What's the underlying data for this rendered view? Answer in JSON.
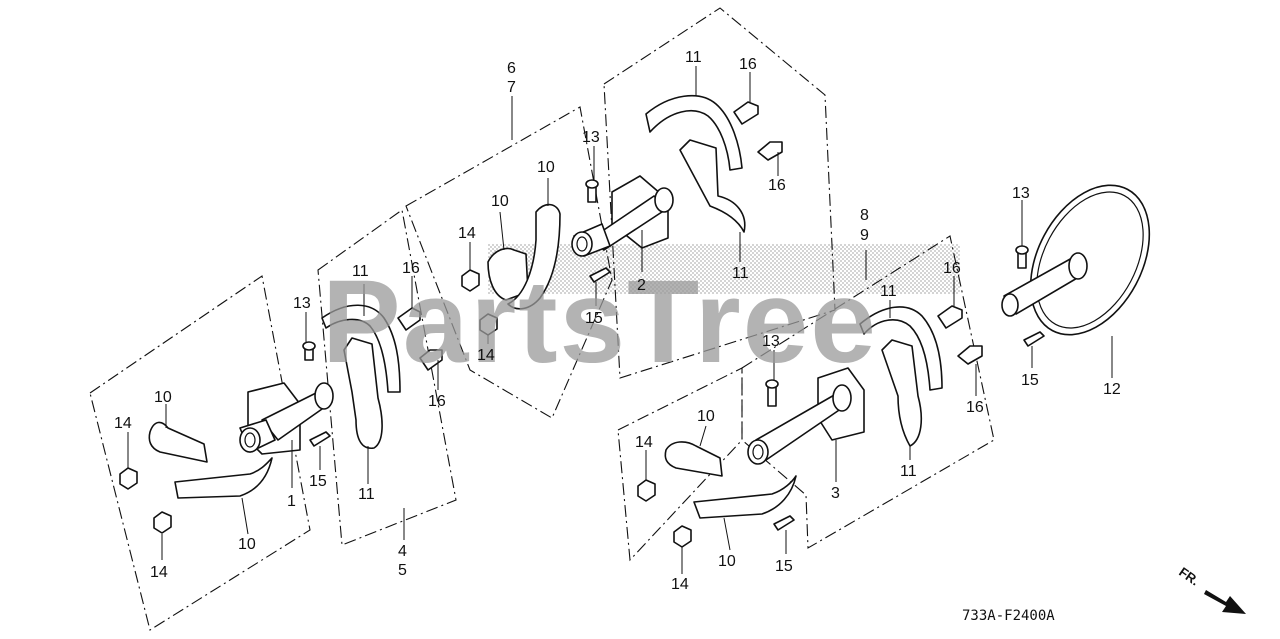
{
  "diagram": {
    "watermark": "PartsTree",
    "diagram_code": "733A-F2400A",
    "direction_label": "FR.",
    "accent_color": "#111111",
    "watermark_color": "#9a9a9a",
    "callouts": [
      "1",
      "2",
      "3",
      "4",
      "5",
      "6",
      "7",
      "8",
      "9",
      "10",
      "10",
      "10",
      "10",
      "10",
      "10",
      "11",
      "11",
      "11",
      "11",
      "11",
      "11",
      "12",
      "13",
      "13",
      "13",
      "13",
      "14",
      "14",
      "14",
      "14",
      "14",
      "14",
      "15",
      "15",
      "15",
      "15",
      "16",
      "16",
      "16",
      "16",
      "16",
      "16"
    ]
  }
}
